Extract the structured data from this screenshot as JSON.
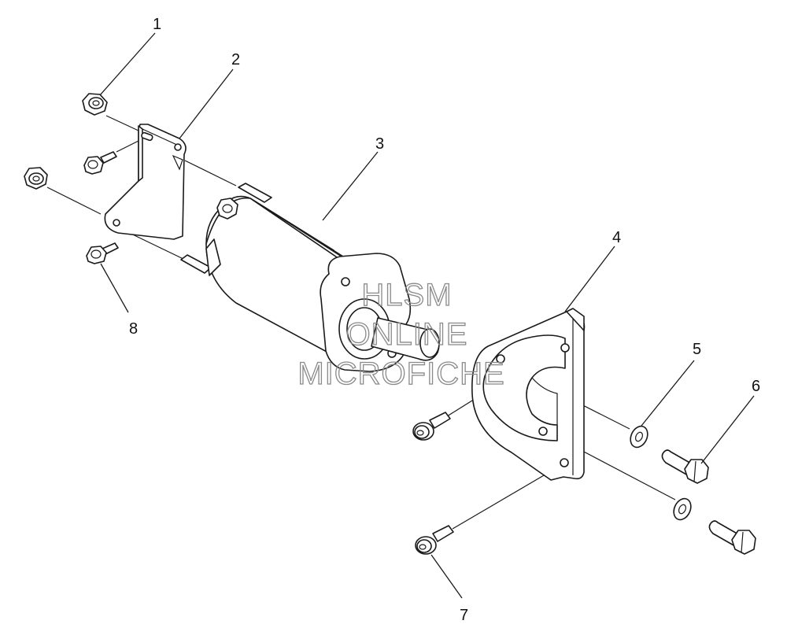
{
  "diagram": {
    "callouts": [
      {
        "id": "1",
        "label": "1"
      },
      {
        "id": "2",
        "label": "2"
      },
      {
        "id": "3",
        "label": "3"
      },
      {
        "id": "4",
        "label": "4"
      },
      {
        "id": "5",
        "label": "5"
      },
      {
        "id": "6",
        "label": "6"
      },
      {
        "id": "7",
        "label": "7"
      },
      {
        "id": "8",
        "label": "8"
      }
    ],
    "watermark": {
      "line1": "HLSM",
      "line2": "ONLINE",
      "line3": "MICROFICHE"
    }
  }
}
